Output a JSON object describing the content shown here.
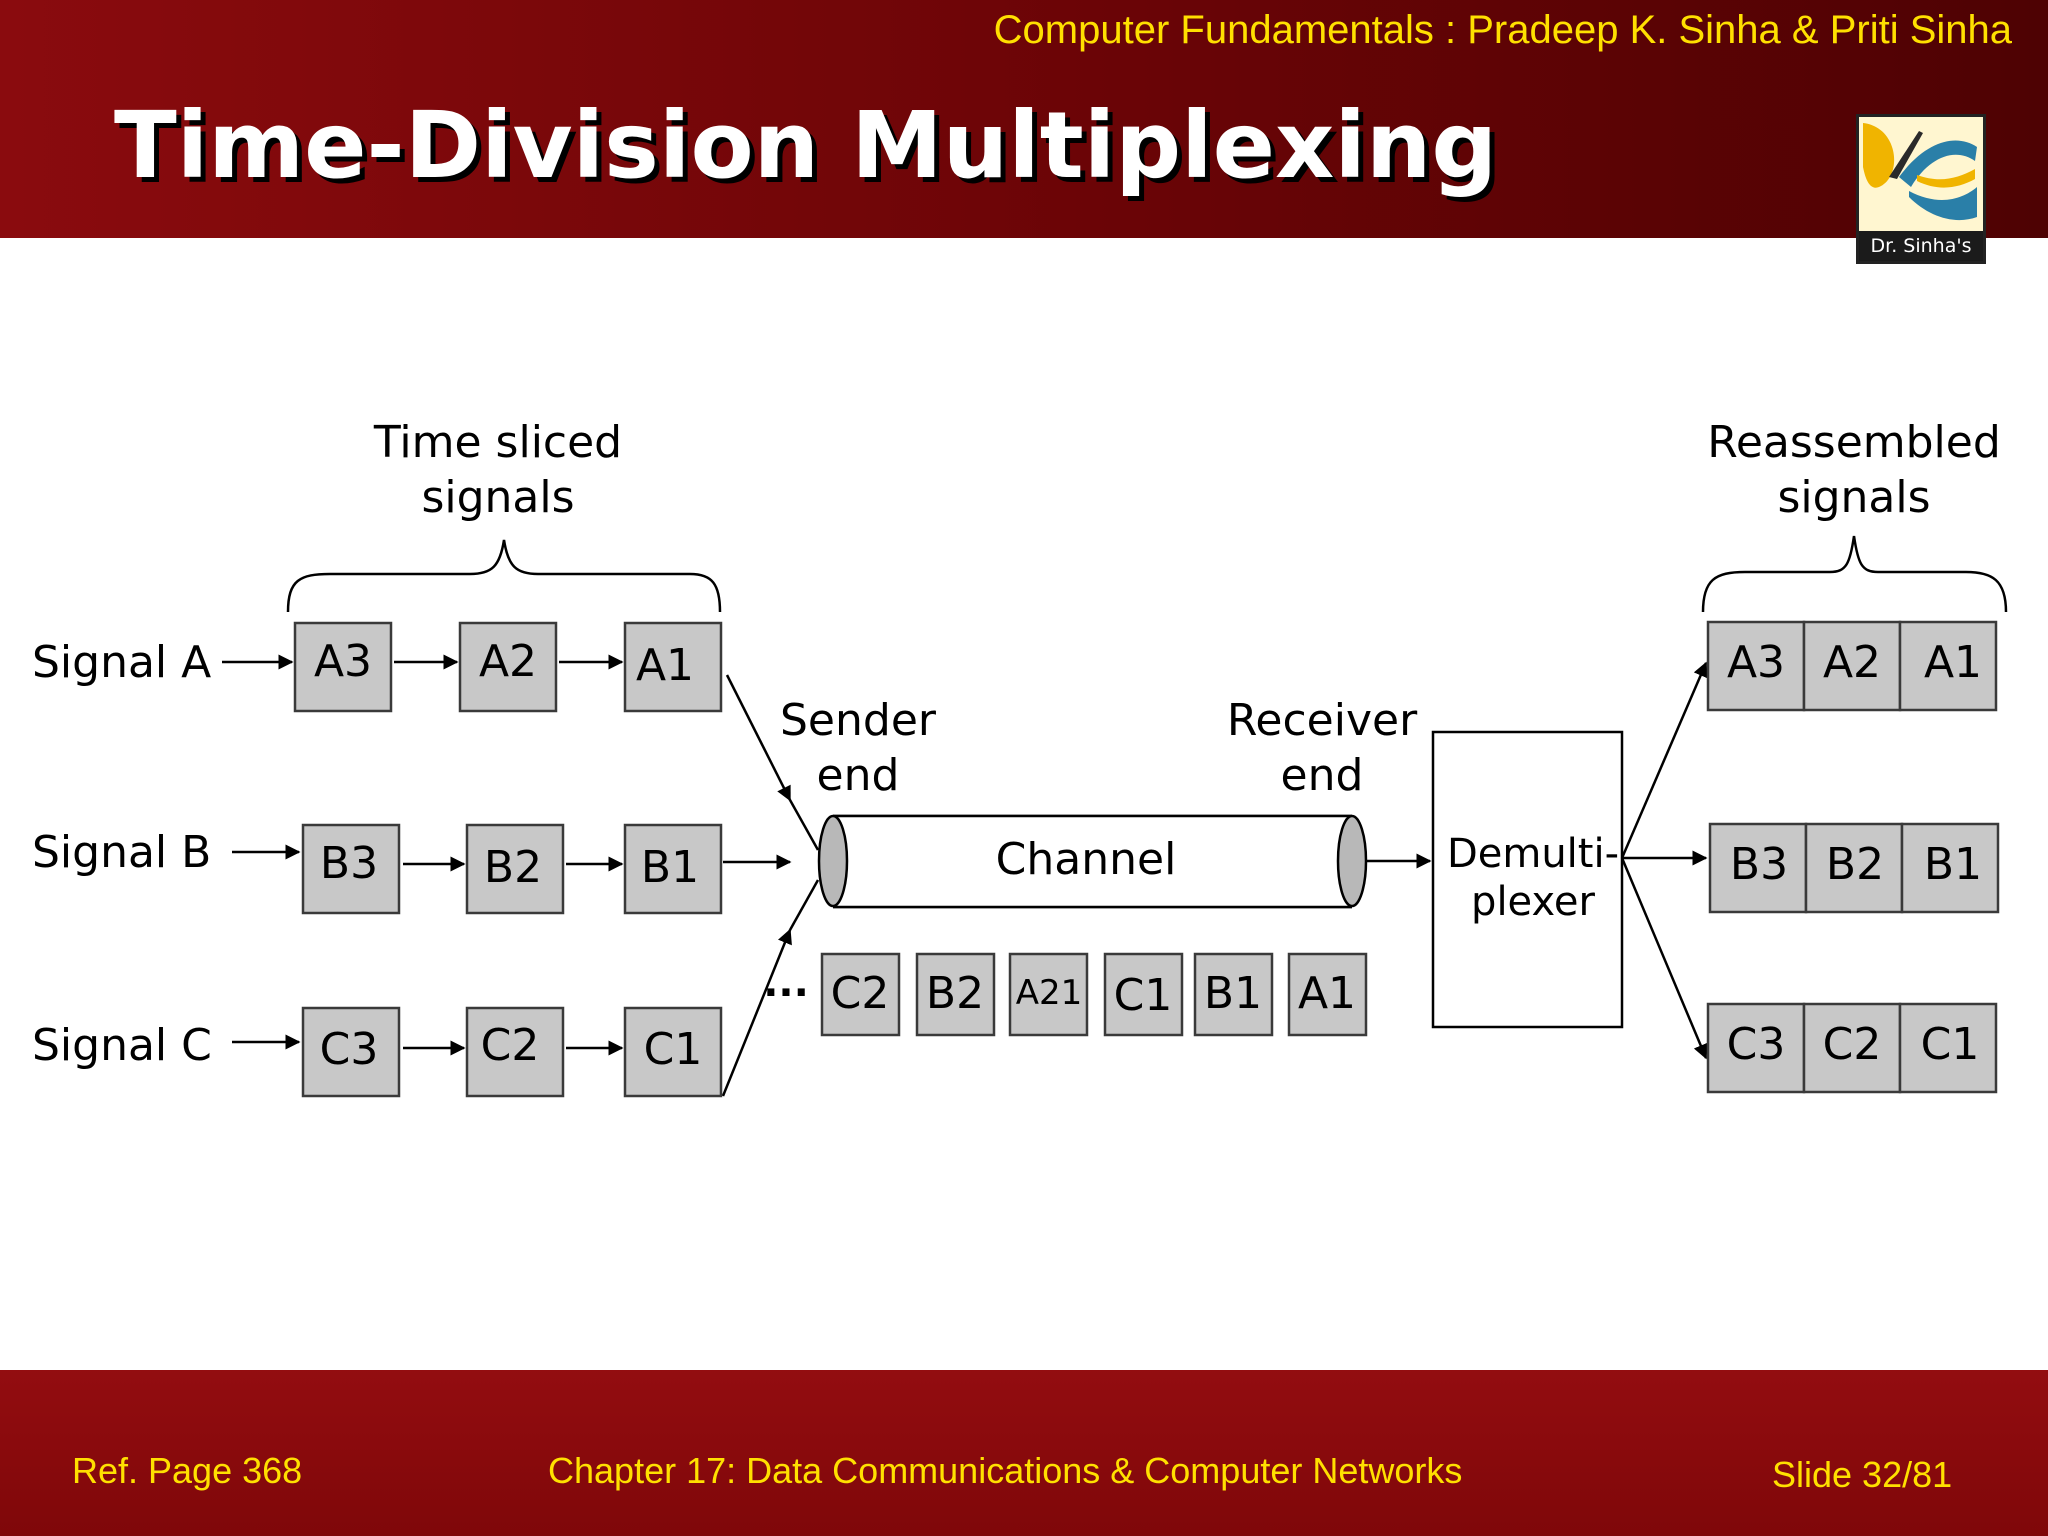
{
  "header": {
    "credit": "Computer Fundamentals : Pradeep K. Sinha & Priti Sinha",
    "title": "Time-Division Multiplexing",
    "logo_caption": "Dr. Sinha's"
  },
  "diagram": {
    "time_sliced_caption": [
      "Time sliced",
      "signals"
    ],
    "reassembled_caption": [
      "Reassembled",
      "signals"
    ],
    "signals": [
      {
        "label": "Signal A",
        "slices": [
          "A3",
          "A2",
          "A1"
        ]
      },
      {
        "label": "Signal B",
        "slices": [
          "B3",
          "B2",
          "B1"
        ]
      },
      {
        "label": "Signal C",
        "slices": [
          "C3",
          "C2",
          "C1"
        ]
      }
    ],
    "sender_label": [
      "Sender",
      "end"
    ],
    "receiver_label": [
      "Receiver",
      "end"
    ],
    "channel_label": "Channel",
    "ellipsis": "...",
    "channel_slices": [
      "C2",
      "B2",
      "A21",
      "C1",
      "B1",
      "A1"
    ],
    "demux_label": [
      "Demulti-",
      "plexer"
    ],
    "reassembled": [
      [
        "A3",
        "A2",
        "A1"
      ],
      [
        "B3",
        "B2",
        "B1"
      ],
      [
        "C3",
        "C2",
        "C1"
      ]
    ]
  },
  "footer": {
    "ref": "Ref. Page  368",
    "chapter": "Chapter 17: Data Communications & Computer Networks",
    "slide": "Slide 32/81"
  }
}
